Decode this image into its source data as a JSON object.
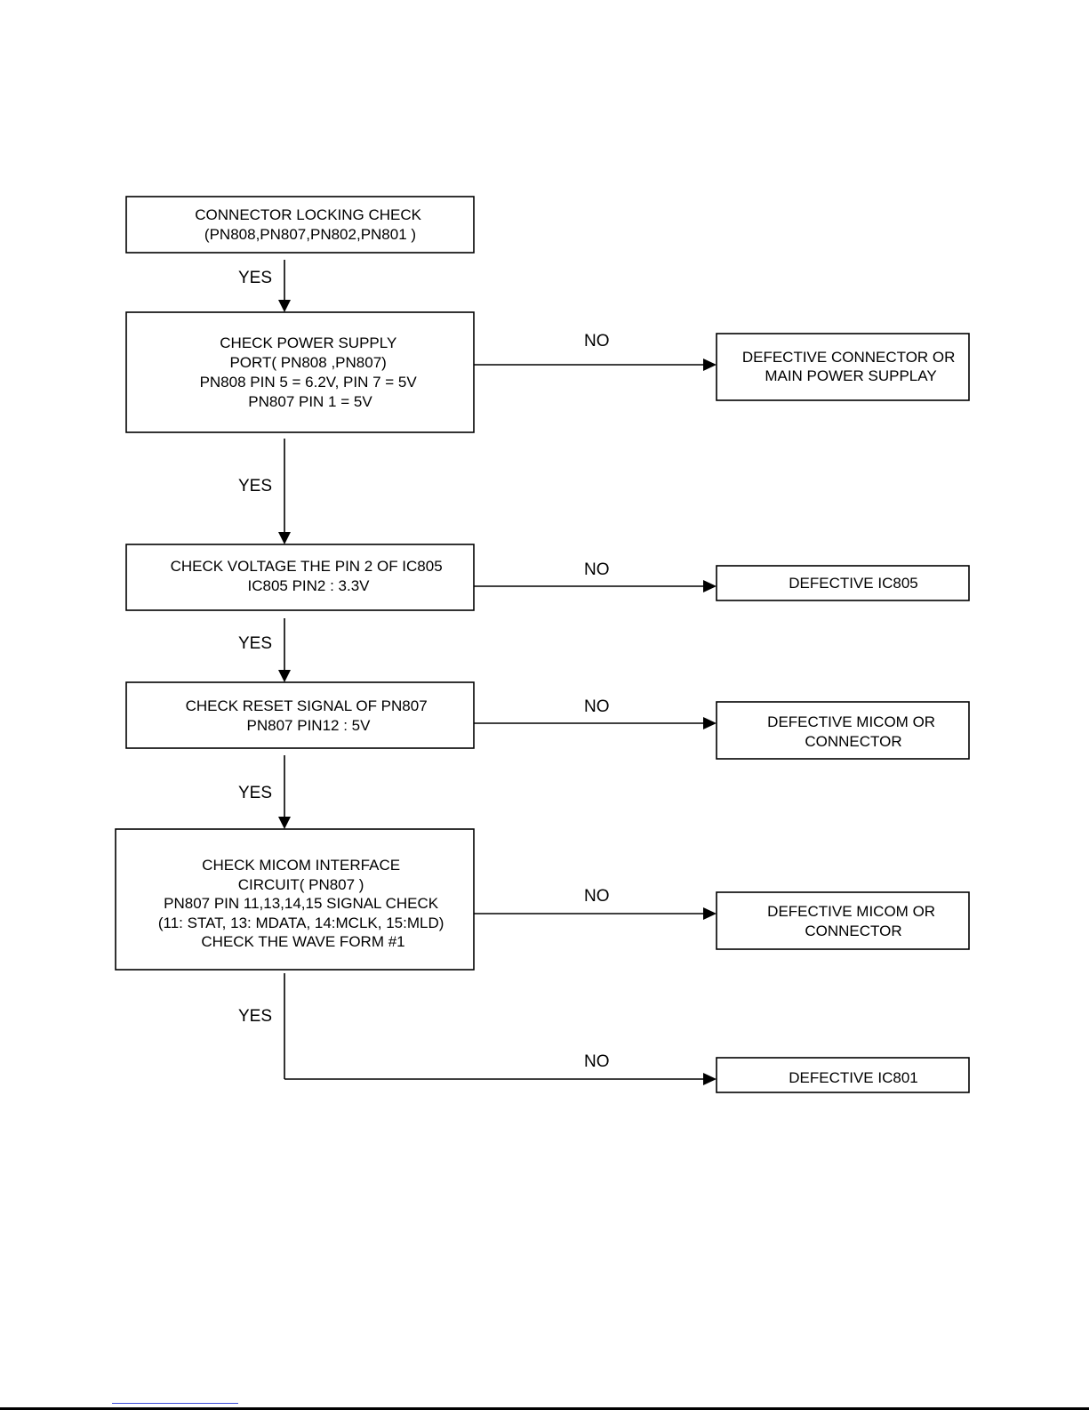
{
  "nodes": {
    "n1": {
      "lines": [
        "CONNECTOR LOCKING CHECK",
        "(PN808,PN807,PN802,PN801 )"
      ]
    },
    "n2": {
      "lines": [
        "CHECK POWER SUPPLY",
        "PORT( PN808 ,PN807)",
        "PN808 PIN 5 = 6.2V, PIN 7 = 5V",
        "PN807 PIN 1 = 5V"
      ]
    },
    "n3": {
      "lines": [
        "CHECK VOLTAGE THE PIN 2 OF IC805",
        "IC805 PIN2 : 3.3V"
      ]
    },
    "n4": {
      "lines": [
        "CHECK RESET SIGNAL OF PN807",
        "PN807 PIN12 : 5V"
      ]
    },
    "n5": {
      "lines": [
        "CHECK MICOM INTERFACE",
        "CIRCUIT( PN807 )",
        "PN807 PIN 11,13,14,15 SIGNAL CHECK",
        "(11: STAT, 13: MDATA, 14:MCLK, 15:MLD)",
        "CHECK THE WAVE FORM #1"
      ]
    },
    "r1": {
      "lines": [
        "DEFECTIVE CONNECTOR OR",
        "MAIN POWER SUPPLAY"
      ]
    },
    "r2": {
      "lines": [
        "DEFECTIVE IC805"
      ]
    },
    "r3": {
      "lines": [
        "DEFECTIVE MICOM OR",
        "CONNECTOR"
      ]
    },
    "r4": {
      "lines": [
        "DEFECTIVE MICOM OR",
        "CONNECTOR"
      ]
    },
    "r5": {
      "lines": [
        "DEFECTIVE IC801"
      ]
    }
  },
  "edges": [
    {
      "id": "e1",
      "from": "n1",
      "to": "n2",
      "label": "YES"
    },
    {
      "id": "e2",
      "from": "n2",
      "to": "n3",
      "label": "YES"
    },
    {
      "id": "e3",
      "from": "n3",
      "to": "n4",
      "label": "YES"
    },
    {
      "id": "e4",
      "from": "n4",
      "to": "n5",
      "label": "YES"
    },
    {
      "id": "e5",
      "from": "n5",
      "to": "r5",
      "label": "YES"
    },
    {
      "id": "e6",
      "from": "n2",
      "to": "r1",
      "label": "NO"
    },
    {
      "id": "e7",
      "from": "n3",
      "to": "r2",
      "label": "NO"
    },
    {
      "id": "e8",
      "from": "n4",
      "to": "r3",
      "label": "NO"
    },
    {
      "id": "e9",
      "from": "n5",
      "to": "r4",
      "label": "NO"
    },
    {
      "id": "e10",
      "from": "n5",
      "to": "r5",
      "label": "NO"
    }
  ]
}
